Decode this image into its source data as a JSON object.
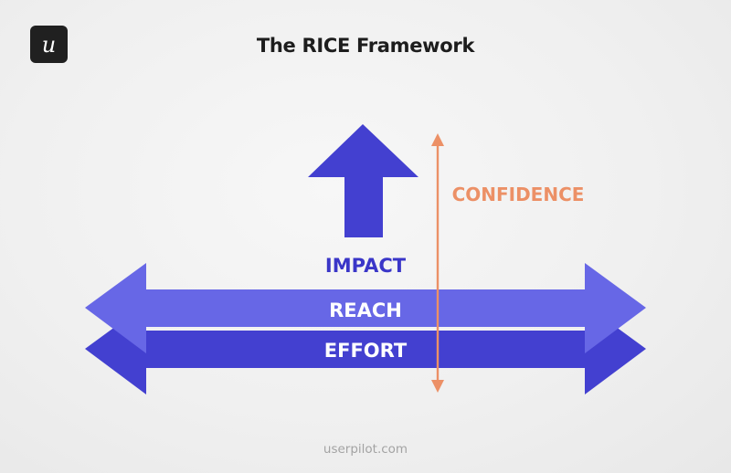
{
  "logo": {
    "letter": "u"
  },
  "title": "The RICE Framework",
  "labels": {
    "impact": "IMPACT",
    "reach": "REACH",
    "effort": "EFFORT",
    "confidence": "CONFIDENCE"
  },
  "footer": "userpilot.com",
  "colors": {
    "impact_arrow": "#4340d0",
    "reach_arrow": "#6767e6",
    "effort_arrow": "#4340d0",
    "confidence_arrow": "#ec9066",
    "label_light": "#ffffff",
    "label_dark": "#3a36c8"
  }
}
